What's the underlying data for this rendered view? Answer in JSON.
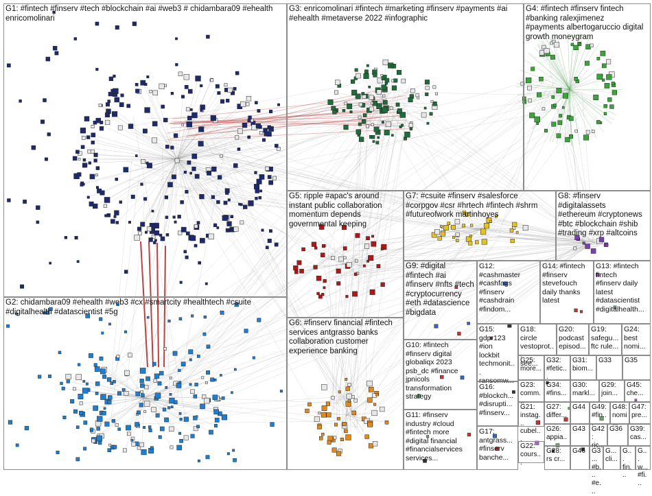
{
  "colors": {
    "background": "#ffffff",
    "group_border": "#8c8c8c",
    "edge": "#9a9a9a",
    "edge_strong": "#b02020",
    "g1": "#1e2a6e",
    "g2": "#1c7fd1",
    "g3": "#1f6b3a",
    "g4": "#3aa63a",
    "g5": "#b01818",
    "g6": "#e08a1e",
    "g7": "#e6c21e",
    "g8": "#7a3fb5"
  },
  "groups": [
    {
      "id": "G1",
      "label": "G1: #fintech #finserv #tech #blockchain #ai #web3 # chidambara09 #ehealth\nenricomolinari"
    },
    {
      "id": "G3",
      "label": "G3: enricomolinari #fintech #marketing #finserv #payments #ai\n#ehealth #metaverse 2022 #infographic"
    },
    {
      "id": "G4",
      "label": "G4: #fintech #finserv fintech\n#banking ralexjimenez\n#payments albertogaruccio digital\ngrowth moneygram"
    },
    {
      "id": "G2",
      "label": "G2: chidambara09 #ehealth #web3 #cx #smartcity #healthtech #csuite\n#digitalhealth #datascientist #5g"
    },
    {
      "id": "G5",
      "label": "G5: ripple #apac's around\ninstant public collaboration\nmomentum depends\ngovernmental keeping"
    },
    {
      "id": "G7",
      "label": "G7: #csuite #finserv #salesforce\n#corpgov #csr #hrtech #fintech #shrm\n#futureofwork martinhoyes"
    },
    {
      "id": "G8",
      "label": "G8: #finserv\n#digitalassets\n#ethereum #cryptonews\n#btc #blockchain #shib\n#trading #xrp #altcoins"
    },
    {
      "id": "G9",
      "label": "G9: #digital\n#fintech #ai\n#finserv #nfts #tech\n#cryptocurrency\n#eth #datascience\n#bigdata"
    },
    {
      "id": "G12",
      "label": "G12:\n#cashmaster\n#cashfags\n#finserv\n#cashdrain\n#findom..."
    },
    {
      "id": "G14",
      "label": "G14: #fintech\n#finserv\nstevefouch\ndaily thanks\nlatest"
    },
    {
      "id": "G13",
      "label": "G13: #fintech\nfintech\n#finserv daily\nlatest\n#datascientist\n#digitalhealth..."
    },
    {
      "id": "G6",
      "label": "G6: #finserv financial #fintech\nservices antgrasso banks\ncollaboration customer\nexperience banking"
    },
    {
      "id": "G10",
      "label": "G10: #fintech\n#finserv digital\nglobaliqx 2023\npsb_dc #finance\njpnicols\ntransformation\nstrategy"
    },
    {
      "id": "G15",
      "label": "G15:\ngdpr123\n#ion\nlockbit\ntechmonit...\nransomw..."
    },
    {
      "id": "G18",
      "label": "G18: circle\nvestoprot...\nsee..."
    },
    {
      "id": "G20",
      "label": "G20:\npodcast\nepisod..."
    },
    {
      "id": "G19",
      "label": "G19:\nsafegu...\nftc rule..."
    },
    {
      "id": "G24",
      "label": "G24:\nbest\nnomi..."
    },
    {
      "id": "G25",
      "label": "G25:\nmore..."
    },
    {
      "id": "G32",
      "label": "G32:\n#fetic..."
    },
    {
      "id": "G31",
      "label": "G31:\nbiom..."
    },
    {
      "id": "G33",
      "label": "G33\n"
    },
    {
      "id": "G35",
      "label": "G35\n"
    },
    {
      "id": "G16",
      "label": "G16:\n#blockch...\n#disrupti...\n#finserv..."
    },
    {
      "id": "G23",
      "label": "G23:\ncomm..."
    },
    {
      "id": "G34",
      "label": "G34:\n#fins..."
    },
    {
      "id": "G30",
      "label": "G30:\nmarkl..."
    },
    {
      "id": "G29",
      "label": "G29:\njoin..."
    },
    {
      "id": "G45",
      "label": "G45:\nche..."
    },
    {
      "id": "G27",
      "label": "G27:\ndiffer..."
    },
    {
      "id": "G44",
      "label": "G44"
    },
    {
      "id": "G49",
      "label": "G49:\n#fin..."
    },
    {
      "id": "G48",
      "label": "G48:\nnomi..."
    },
    {
      "id": "G47",
      "label": "G47:\npre..."
    },
    {
      "id": "G11",
      "label": "G11: #finserv\nindustry #cloud\n#fintech more\n#digital financial\n#financialservices\nservices..."
    },
    {
      "id": "G21",
      "label": "G21:\ninstag...\ncubel..."
    },
    {
      "id": "G26",
      "label": "G26:\nappia..."
    },
    {
      "id": "G43",
      "label": "G43"
    },
    {
      "id": "G36",
      "label": "G36"
    },
    {
      "id": "G42",
      "label": "G42:\nric..."
    },
    {
      "id": "G39",
      "label": "G39:\ncas..."
    },
    {
      "id": "G17",
      "label": "G17:\nantgrass...\n#finserv\nbanche..."
    },
    {
      "id": "G22",
      "label": "G22:\ncours..."
    },
    {
      "id": "G28",
      "label": "G28:\nrs cr..."
    },
    {
      "id": "G46",
      "label": "G46"
    },
    {
      "id": "G3x",
      "label": "G3...\n#b...\n#e..."
    },
    {
      "id": "Gcli",
      "label": "G...\ncli..."
    },
    {
      "id": "Gfin",
      "label": "G...\nfin..."
    },
    {
      "id": "Gw",
      "label": "G...\nw...\n#fi..."
    }
  ]
}
